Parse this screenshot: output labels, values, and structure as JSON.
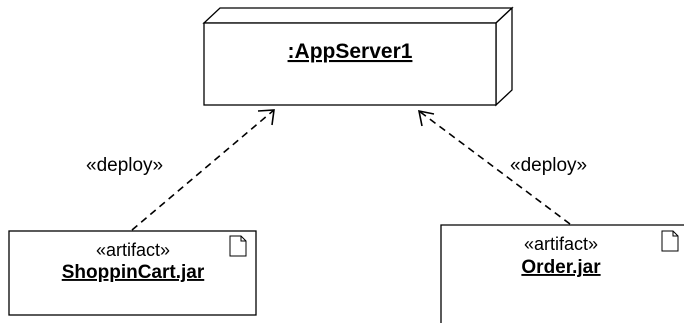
{
  "node": {
    "title": ":AppServer1"
  },
  "dependencies": [
    {
      "label": "«deploy»"
    },
    {
      "label": "«deploy»"
    }
  ],
  "artifacts": [
    {
      "stereotype": "«artifact»",
      "name": "ShoppinCart.jar",
      "icon": "document-icon"
    },
    {
      "stereotype": "«artifact»",
      "name": "Order.jar",
      "icon": "document-icon"
    }
  ]
}
